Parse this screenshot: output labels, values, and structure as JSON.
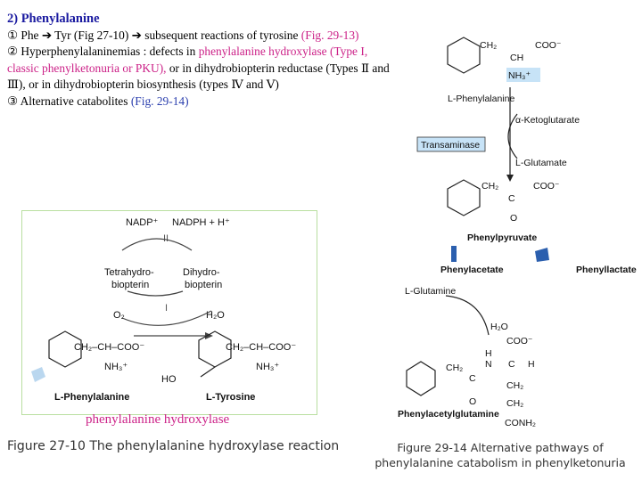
{
  "text": {
    "title": "2) Phenylalanine",
    "line1": {
      "num": "①",
      "a": "Phe",
      "arrow1": "➔",
      "b": "Tyr (Fig 27-10)",
      "arrow2": "➔",
      "c": "subsequent reactions of tyrosine",
      "ref": "(Fig. 29-13)"
    },
    "line2": {
      "num": "②",
      "a": "Hyperphenylalaninemias : defects in",
      "enzyme": "phenylalanine hydroxylase",
      "type1": "(Type I, classic phenylketonuria or PKU),",
      "b": "or in dihydrobiopterin reductase (Types Ⅱ and Ⅲ), or in dihydrobiopterin biosynthesis (types Ⅳ and Ⅴ)"
    },
    "line3": {
      "num": "③",
      "a": "Alternative catabolites",
      "ref": "(Fig. 29-14)"
    }
  },
  "fig1": {
    "nadp": "NADP⁺",
    "nadph": "NADPH + H⁺",
    "roman2": "II",
    "roman1": "I",
    "thb": "Tetrahydro-",
    "thb2": "biopterin",
    "dhb": "Dihydro-",
    "dhb2": "biopterin",
    "o2": "O₂",
    "h2o": "H₂O",
    "phe_chain": "CH₂–CH–COO⁻",
    "phe_nh": "NH₃⁺",
    "tyr_chain": "CH₂–CH–COO⁻",
    "tyr_nh": "NH₃⁺",
    "ho": "HO",
    "phe_label": "L-Phenylalanine",
    "tyr_label": "L-Tyrosine",
    "enzyme_caption": "phenylalanine hydroxylase",
    "caption": "Figure 27-10 The phenylalanine hydroxylase reaction"
  },
  "fig2": {
    "ch2": "CH₂",
    "ch": "CH",
    "coo": "COO⁻",
    "nh3": "NH₃⁺",
    "phe_label": "L-Phenylalanine",
    "akg": "α-Ketoglutarate",
    "transaminase": "Transaminase",
    "glu": "L-Glutamate",
    "pyr_ch2": "CH₂",
    "pyr_c": "C",
    "pyr_coo": "COO⁻",
    "pyr_o": "O",
    "pyr_label": "Phenylpyruvate",
    "acetate": "Phenylacetate",
    "lactate": "Phenyllactate",
    "gln": "L-Glutamine",
    "h2o": "H₂O",
    "coo2": "COO⁻",
    "h": "H",
    "n": "N",
    "c": "C",
    "hh": "H",
    "ch2b": "CH₂",
    "c_o": "C",
    "o": "O",
    "ch2c": "CH₂",
    "ch2d": "CH₂",
    "conh2": "CONH₂",
    "pag_label": "Phenylacetylglutamine",
    "caption": "Figure 29-14 Alternative pathways of phenylalanine catabolism in phenylketonuria"
  }
}
